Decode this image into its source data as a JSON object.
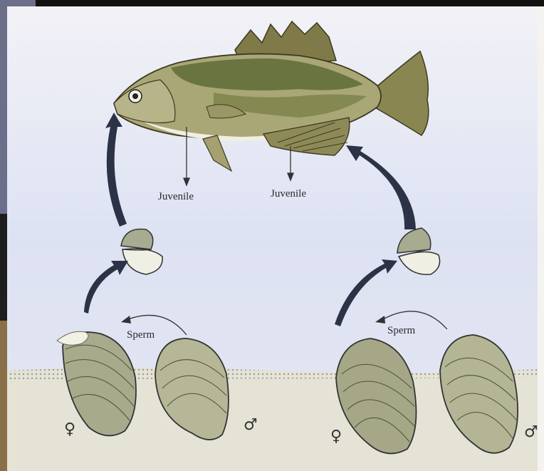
{
  "labels": {
    "juvenile_left": "Juvenile",
    "juvenile_right": "Juvenile",
    "sperm_left": "Sperm",
    "sperm_right": "Sperm"
  },
  "symbols": {
    "female": "♀",
    "male": "♂"
  },
  "colors": {
    "sky": "#dfe3f2",
    "sediment": "#e6e3d8",
    "arrow": "#2c3347",
    "fish_body": "#a9a776",
    "fish_dark": "#4f5a2f",
    "shell": "#a8aa8c"
  }
}
